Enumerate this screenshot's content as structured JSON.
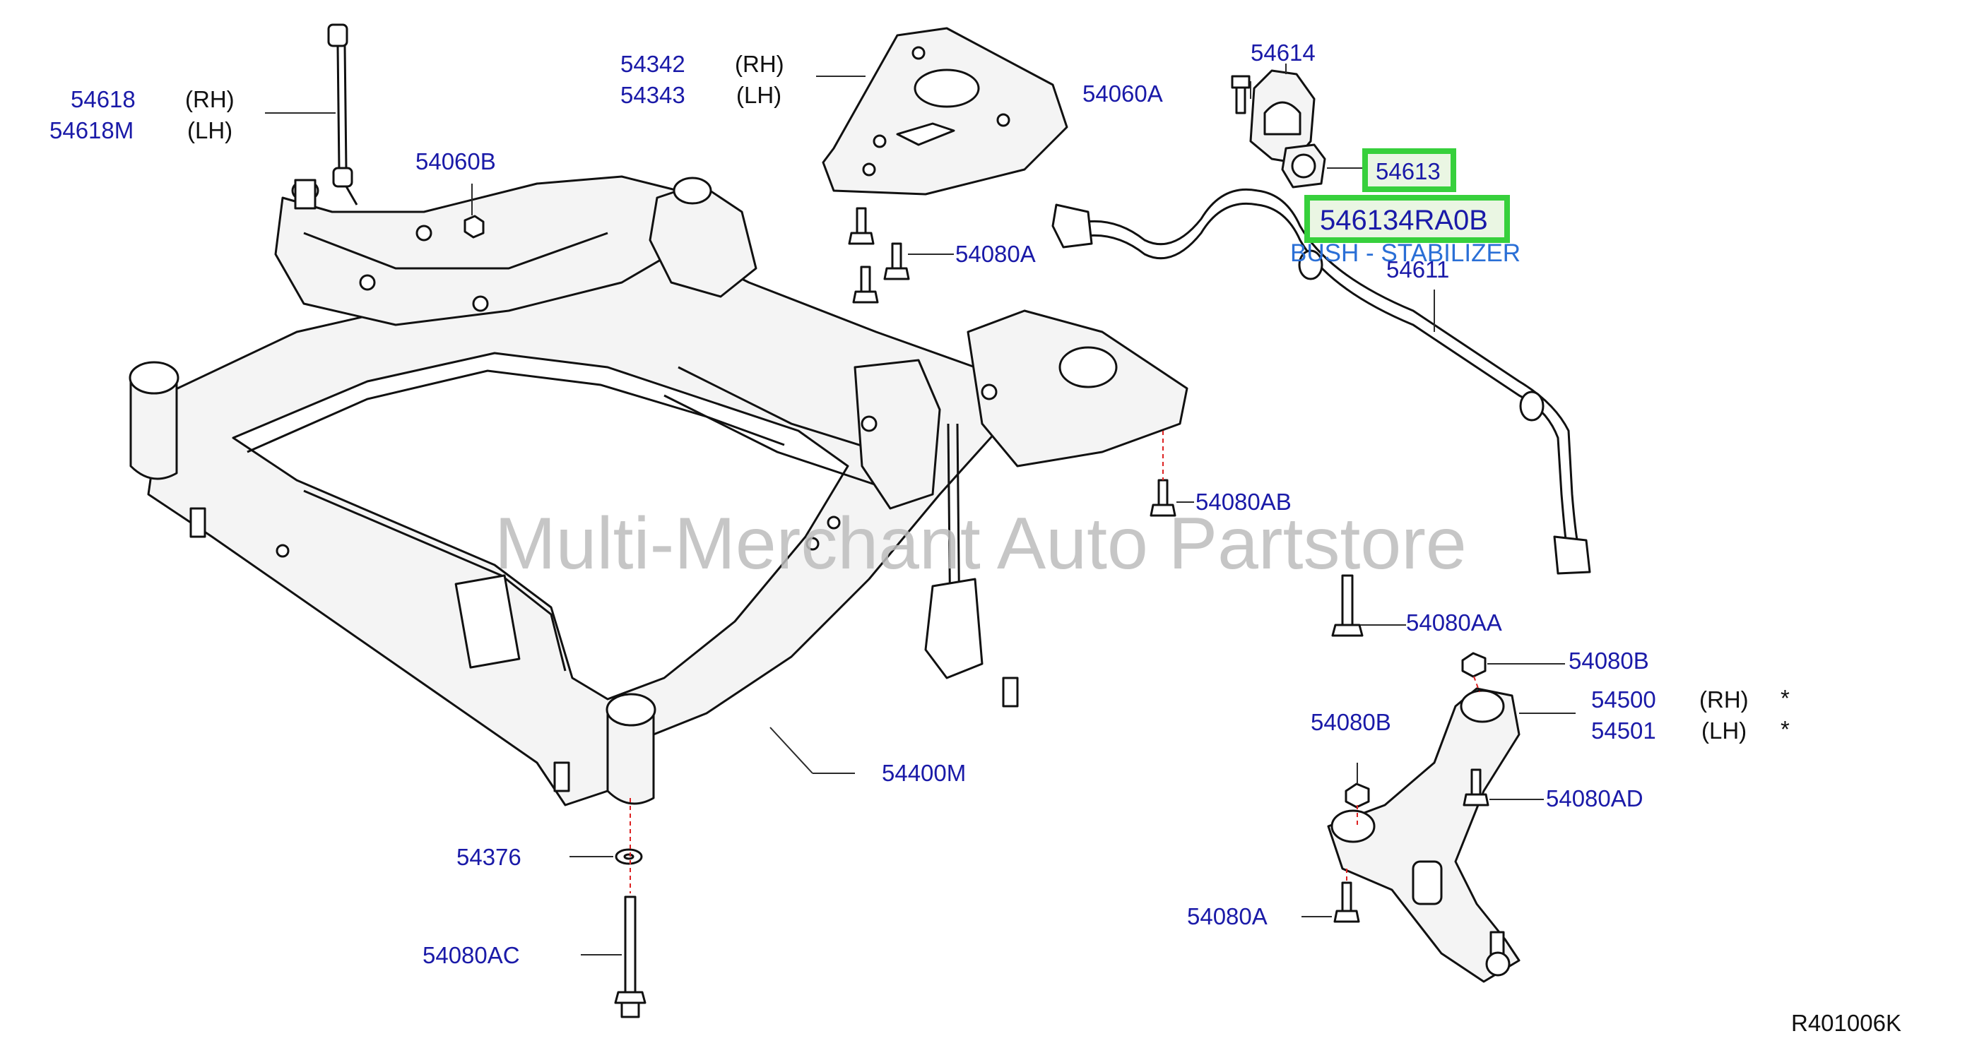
{
  "watermark": "Multi-Merchant Auto Partstore",
  "diagram_code": "R401006K",
  "labels": {
    "p54618": "54618",
    "p54618_side": "(RH)",
    "p54618m": "54618M",
    "p54618m_side": "(LH)",
    "p54060b": "54060B",
    "p54342": "54342",
    "p54342_side": "(RH)",
    "p54343": "54343",
    "p54343_side": "(LH)",
    "p54080a_top": "54080A",
    "p54060a": "54060A",
    "p54614": "54614",
    "p54613": "54613",
    "p546134ra0b": "546134RA0B",
    "bush_desc": "BUSH - STABILIZER",
    "p54611": "54611",
    "p54080ab": "54080AB",
    "p54080aa": "54080AA",
    "p54080b_right": "54080B",
    "p54500": "54500",
    "p54500_side": "(RH)",
    "p54500_mark": "*",
    "p54501": "54501",
    "p54501_side": "(LH)",
    "p54501_mark": "*",
    "p54080b_left": "54080B",
    "p54080ad": "54080AD",
    "p54080a_bottom": "54080A",
    "p54400m": "54400M",
    "p54376": "54376",
    "p54080ac": "54080AC"
  },
  "highlight_color": "#37d03c",
  "label_color": "#1a1aa8"
}
